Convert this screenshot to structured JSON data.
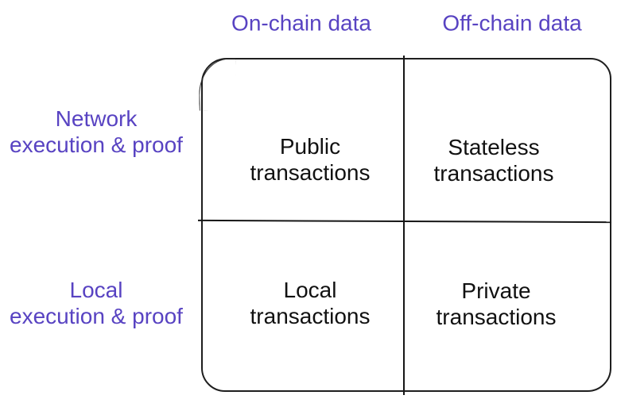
{
  "diagram": {
    "title_implicit": "Transaction types quadrant matrix",
    "col_headers": [
      {
        "label": "On-chain data"
      },
      {
        "label": "Off-chain data"
      }
    ],
    "row_headers": [
      {
        "line1": "Network",
        "line2": "execution & proof"
      },
      {
        "line1": "Local",
        "line2": "execution & proof"
      }
    ],
    "quadrants": [
      {
        "row": "Network execution & proof",
        "col": "On-chain data",
        "line1": "Public",
        "line2": "transactions"
      },
      {
        "row": "Network execution & proof",
        "col": "Off-chain data",
        "line1": "Stateless",
        "line2": "transactions"
      },
      {
        "row": "Local execution & proof",
        "col": "On-chain data",
        "line1": "Local",
        "line2": "transactions"
      },
      {
        "row": "Local execution & proof",
        "col": "Off-chain data",
        "line1": "Private",
        "line2": "transactions"
      }
    ],
    "colors": {
      "axis_label_purple": "#5843c2",
      "cell_text_black": "#111111",
      "line_color": "#161616",
      "background": "#ffffff"
    }
  }
}
